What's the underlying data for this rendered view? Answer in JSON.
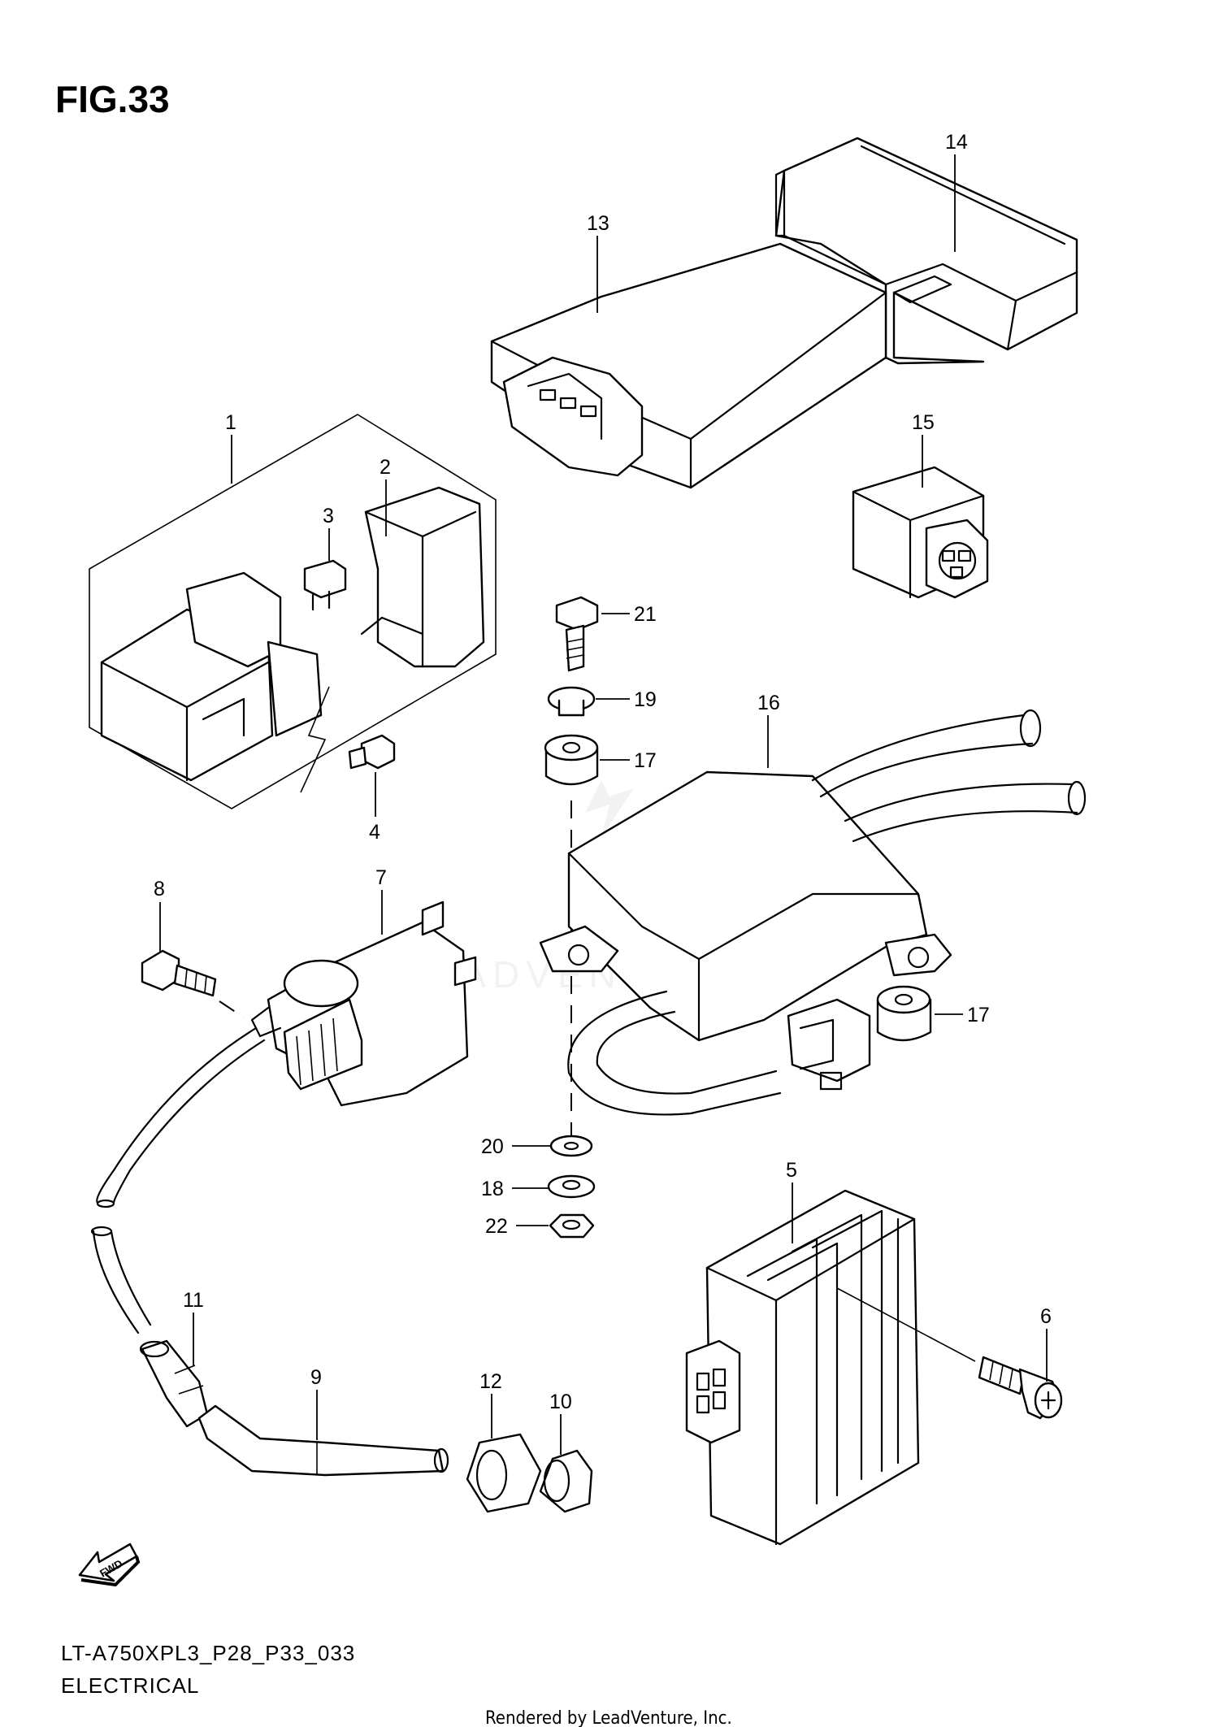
{
  "figure": {
    "title": "FIG.33",
    "model_code": "LT-A750XPL3_P28_P33_033",
    "section_name": "ELECTRICAL",
    "credit": "Rendered by LeadVenture, Inc.",
    "watermark": "LEADVENTURE",
    "fwd_label": "FWD"
  },
  "callouts": {
    "c1": "1",
    "c2": "2",
    "c3": "3",
    "c4": "4",
    "c5": "5",
    "c6": "6",
    "c7": "7",
    "c8": "8",
    "c9": "9",
    "c10": "10",
    "c11": "11",
    "c12": "12",
    "c13": "13",
    "c14": "14",
    "c15": "15",
    "c16": "16",
    "c17a": "17",
    "c17b": "17",
    "c18": "18",
    "c19": "19",
    "c20": "20",
    "c21": "21",
    "c22": "22"
  },
  "icons": [
    "fwd-arrow-icon"
  ]
}
